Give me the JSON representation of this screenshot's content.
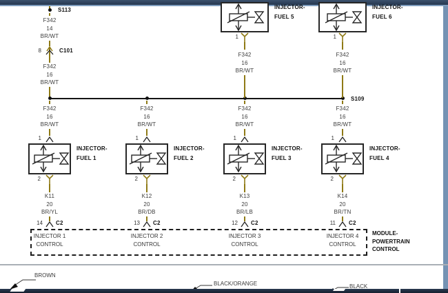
{
  "branch": {
    "splice_top": "S113",
    "wire_upper": {
      "circuit": "F342",
      "gauge": "14",
      "color": "BR/WT"
    },
    "connector_pin": "8",
    "connector_name": "C101",
    "wire_lower": {
      "circuit": "F342",
      "gauge": "16",
      "color": "BR/WT"
    },
    "splice_right": "S109"
  },
  "top_injectors": [
    {
      "pin": "1",
      "name_line1": "INJECTOR-",
      "name_line2": "FUEL 5",
      "wire": {
        "circuit": "F342",
        "gauge": "16",
        "color": "BR/WT"
      }
    },
    {
      "pin": "1",
      "name_line1": "INJECTOR-",
      "name_line2": "FUEL 6",
      "wire": {
        "circuit": "F342",
        "gauge": "16",
        "color": "BR/WT"
      }
    }
  ],
  "columns": [
    {
      "feed": {
        "circuit": "F342",
        "gauge": "16",
        "color": "BR/WT"
      },
      "pin_top": "1",
      "name_line1": "INJECTOR-",
      "name_line2": "FUEL 1",
      "pin_bottom": "2",
      "ctrl": {
        "circuit": "K11",
        "gauge": "20",
        "color": "BR/YL"
      },
      "c2_pin": "14",
      "c2_name": "C2",
      "control_line1": "INJECTOR 1",
      "control_line2": "CONTROL"
    },
    {
      "feed": {
        "circuit": "F342",
        "gauge": "16",
        "color": "BR/WT"
      },
      "pin_top": "1",
      "name_line1": "INJECTOR-",
      "name_line2": "FUEL 2",
      "pin_bottom": "2",
      "ctrl": {
        "circuit": "K12",
        "gauge": "20",
        "color": "BR/DB"
      },
      "c2_pin": "13",
      "c2_name": "C2",
      "control_line1": "INJECTOR 2",
      "control_line2": "CONTROL"
    },
    {
      "feed": {
        "circuit": "F342",
        "gauge": "16",
        "color": "BR/WT"
      },
      "pin_top": "1",
      "name_line1": "INJECTOR-",
      "name_line2": "FUEL 3",
      "pin_bottom": "2",
      "ctrl": {
        "circuit": "K13",
        "gauge": "20",
        "color": "BR/LB"
      },
      "c2_pin": "12",
      "c2_name": "C2",
      "control_line1": "INJECTOR 3",
      "control_line2": "CONTROL"
    },
    {
      "feed": {
        "circuit": "F342",
        "gauge": "16",
        "color": "BR/WT"
      },
      "pin_top": "1",
      "name_line1": "INJECTOR-",
      "name_line2": "FUEL 4",
      "pin_bottom": "2",
      "ctrl": {
        "circuit": "K14",
        "gauge": "20",
        "color": "BR/TN"
      },
      "c2_pin": "11",
      "c2_name": "C2",
      "control_line1": "INJECTOR 4",
      "control_line2": "CONTROL"
    }
  ],
  "module": {
    "line1": "MODULE-",
    "line2": "POWERTRAIN",
    "line3": "CONTROL"
  },
  "legend": {
    "brown": "BROWN",
    "black_orange": "BLACK/ORANGE",
    "black": "BLACK"
  },
  "colors": {
    "wire": "#8f7a15",
    "accent_bar": "#31455e",
    "accent_strip": "#7593b4"
  }
}
